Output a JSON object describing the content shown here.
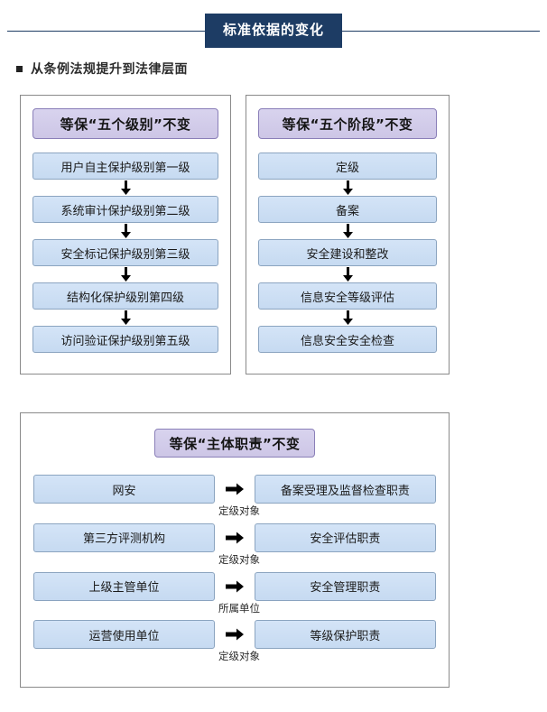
{
  "header": {
    "title": "标准依据的变化",
    "subtitle": "从条例法规提升到法律层面"
  },
  "colors": {
    "title_bar": "#1d3c64",
    "header_box_fill": "#d2ccea",
    "header_box_border": "#8a7fb8",
    "content_box_fill": "#cce0f5",
    "content_box_border": "#8ba4c0",
    "panel_border": "#8a8a8a",
    "arrow": "#000000"
  },
  "panels": {
    "levels": {
      "header": "等保“五个级别”不变",
      "items": [
        "用户自主保护级别第一级",
        "系统审计保护级别第二级",
        "安全标记保护级别第三级",
        "结构化保护级别第四级",
        "访问验证保护级别第五级"
      ]
    },
    "phases": {
      "header": "等保“五个阶段”不变",
      "items": [
        "定级",
        "备案",
        "安全建设和整改",
        "信息安全等级评估",
        "信息安全安全检查"
      ]
    },
    "duties": {
      "header": "等保“主体职责”不变",
      "rows": [
        {
          "left": "网安",
          "right": "备案受理及监督检查职责",
          "caption": "定级对象"
        },
        {
          "left": "第三方评测机构",
          "right": "安全评估职责",
          "caption": "定级对象"
        },
        {
          "left": "上级主管单位",
          "right": "安全管理职责",
          "caption": "所属单位"
        },
        {
          "left": "运营使用单位",
          "right": "等级保护职责",
          "caption": "定级对象"
        }
      ]
    }
  },
  "icons": {
    "arrow_down": "arrow-down-icon",
    "arrow_right": "arrow-right-icon",
    "bullet": "square-bullet-icon"
  }
}
